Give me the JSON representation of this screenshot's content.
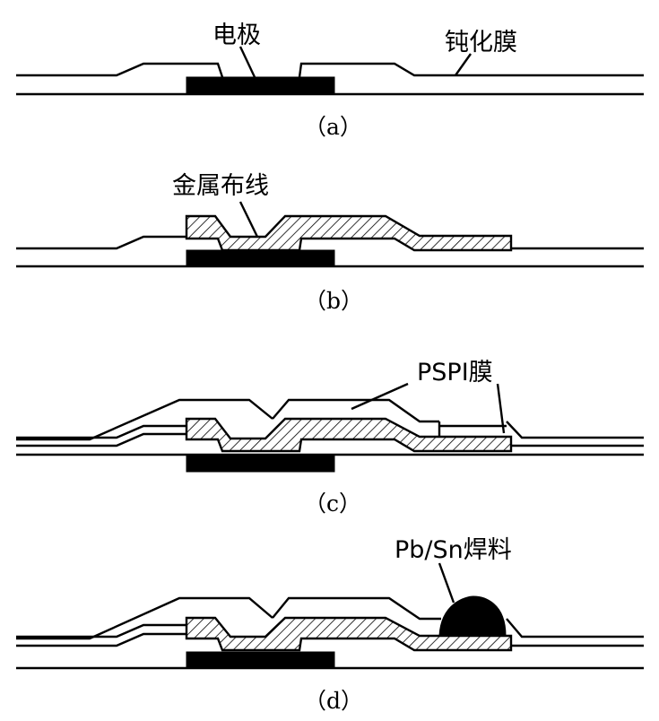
{
  "labels": {
    "electrode": "电极",
    "passivation": "钝化膜",
    "metal_wiring": "金属布线",
    "pspi_film": "PSPI膜",
    "solder": "Pb/Sn焊料"
  },
  "captions": {
    "a": "（a）",
    "b": "（b）",
    "c": "（c）",
    "d": "（d）"
  },
  "colors": {
    "stroke": "#000000",
    "background": "#ffffff"
  }
}
